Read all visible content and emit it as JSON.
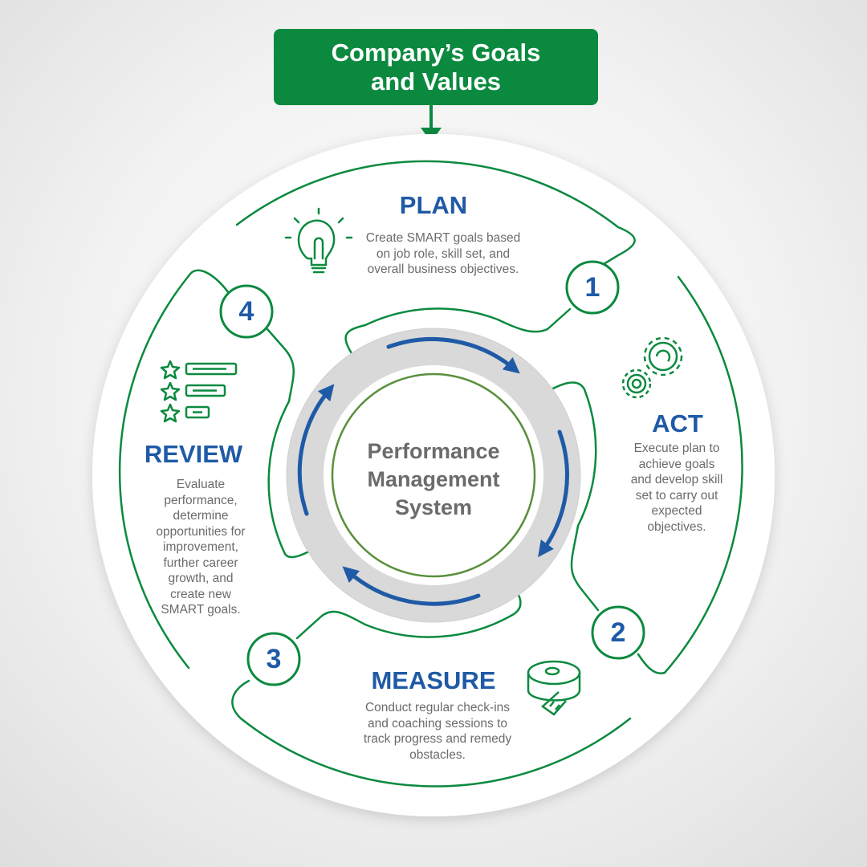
{
  "header": {
    "line1": "Company’s Goals",
    "line2": "and Values"
  },
  "center": {
    "line1": "Performance",
    "line2": "Management",
    "line3": "System"
  },
  "stages": [
    {
      "number": "1",
      "title": "PLAN",
      "icon": "lightbulb-icon",
      "desc": [
        "Create SMART goals based",
        "on job role, skill set, and",
        "overall business objectives."
      ]
    },
    {
      "number": "2",
      "title": "ACT",
      "icon": "gears-icon",
      "desc": [
        "Execute plan to",
        "achieve goals",
        "and develop skill",
        "set to carry out",
        "expected",
        "objectives."
      ]
    },
    {
      "number": "3",
      "title": "MEASURE",
      "icon": "measuring-tape-icon",
      "desc": [
        "Conduct regular check-ins",
        "and coaching sessions to",
        "track progress and remedy",
        "obstacles."
      ]
    },
    {
      "number": "4",
      "title": "REVIEW",
      "icon": "star-rating-list-icon",
      "desc": [
        "Evaluate",
        "performance,",
        "determine",
        "opportunities for",
        "improvement,",
        "further career",
        "growth, and",
        "create new",
        "SMART goals."
      ]
    }
  ],
  "colors": {
    "green": "#0b8a3f",
    "blue": "#1f5aa6",
    "gray_text": "#6b6b6b",
    "center_ring": "#5a8f3c"
  }
}
